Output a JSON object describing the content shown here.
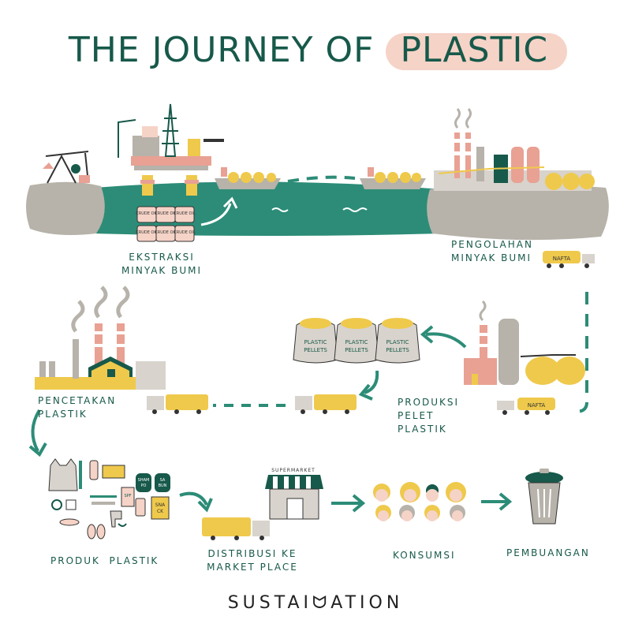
{
  "title": {
    "main": "THE JOURNEY OF",
    "highlight": "PLASTIC"
  },
  "colors": {
    "green": "#17594A",
    "teal": "#2C8C77",
    "gray": "#B7B2AA",
    "yellow": "#EFC94C",
    "pink": "#E8A193",
    "peach": "#F6D3C7"
  },
  "stages": {
    "extraction": {
      "line1": "EKSTRAKSI",
      "line2": "MINYAK BUMI"
    },
    "refining": {
      "line1": "PENGOLAHAN",
      "line2": "MINYAK BUMI"
    },
    "pellet_production": {
      "line1": "PRODUKSI",
      "line2": "PELET",
      "line3": "PLASTIK"
    },
    "molding": {
      "line1": "PENCETAKAN",
      "line2": "PLASTIK"
    },
    "products": {
      "label": "PRODUK  PLASTIK"
    },
    "distribution": {
      "line1": "DISTRIBUSI KE",
      "line2": "MARKET PLACE"
    },
    "consumption": {
      "label": "KONSUMSI"
    },
    "disposal": {
      "label": "PEMBUANGAN"
    }
  },
  "items": {
    "crude_oil": "CRUDE OIL",
    "nafta": "NAFTA",
    "pellets_line1": "PLASTIC",
    "pellets_line2": "PELLETS",
    "supermarket": "SUPERMARKET",
    "shampoo_line1": "SHAM",
    "shampoo_line2": "PO",
    "sabun_line1": "SA",
    "sabun_line2": "BUN",
    "spf": "SPF",
    "snack_line1": "SNA",
    "snack_line2": "CK"
  },
  "brand": "SUSTAIᗢATION"
}
